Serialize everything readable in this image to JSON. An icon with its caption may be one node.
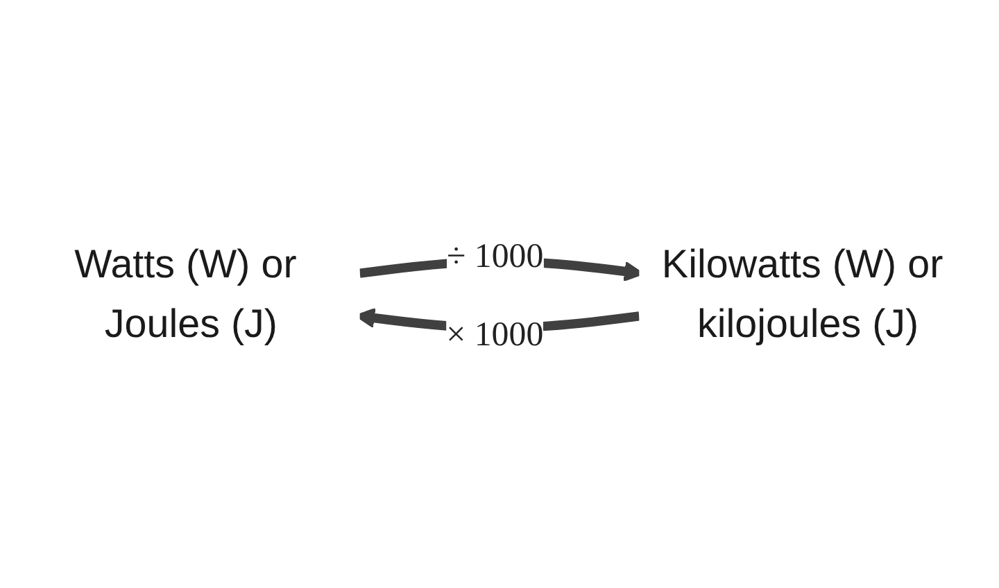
{
  "diagram": {
    "nodes": [
      {
        "text": [
          "Watts (W) or Joules (J)"
        ]
      },
      {
        "text": [
          "Kilowatts (W) or kilojoules (J)"
        ]
      }
    ],
    "edges": [
      {
        "from": 0,
        "to": 1,
        "arrow": "to",
        "label": "÷ 1000"
      },
      {
        "from": 1,
        "to": 0,
        "arrow": "to",
        "label": "× 1000"
      }
    ]
  }
}
